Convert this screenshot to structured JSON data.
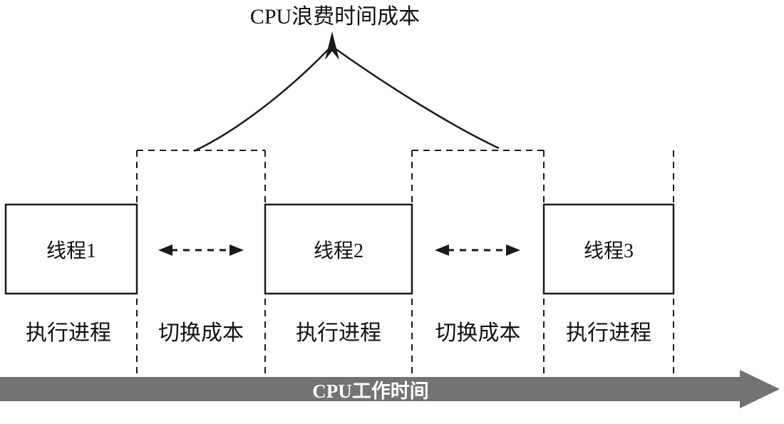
{
  "title": "CPU浪费时间成本",
  "threads": [
    {
      "label": "线程1"
    },
    {
      "label": "线程2"
    },
    {
      "label": "线程3"
    }
  ],
  "phase_labels": [
    "执行进程",
    "切换成本",
    "执行进程",
    "切换成本",
    "执行进程"
  ],
  "timeline": {
    "label": "CPU工作时间"
  },
  "colors": {
    "line": "#1a1a1a",
    "timeline_bar": "#737373",
    "timeline_text": "#ffffff",
    "background": "#ffffff"
  }
}
